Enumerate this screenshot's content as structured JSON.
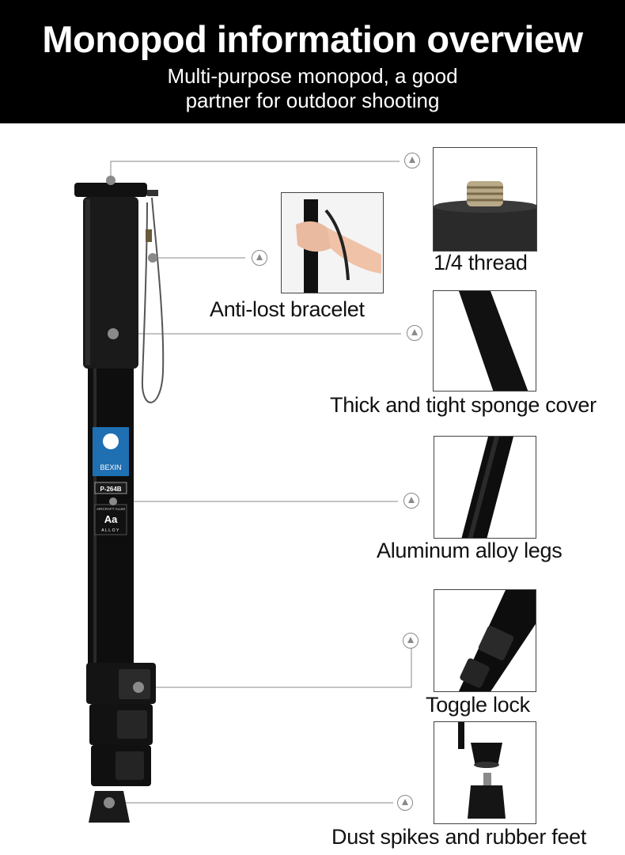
{
  "header": {
    "title": "Monopod information overview",
    "subtitle_line1": "Multi-purpose monopod, a good",
    "subtitle_line2": "partner for outdoor shooting"
  },
  "product": {
    "brand": "BEXIN",
    "model": "P-264B",
    "material_small": "AIRCRAFT ALUM",
    "material_letters": "Aa",
    "material_word": "ALLOY"
  },
  "features": {
    "thread": "1/4 thread",
    "bracelet": "Anti-lost bracelet",
    "sponge": "Thick and tight sponge cover",
    "legs": "Aluminum alloy legs",
    "toggle": "Toggle lock",
    "feet": "Dust spikes and rubber feet"
  },
  "colors": {
    "header_bg": "#000000",
    "label_blue": "#1f6fb3",
    "callout_line": "#8a8a8a"
  }
}
